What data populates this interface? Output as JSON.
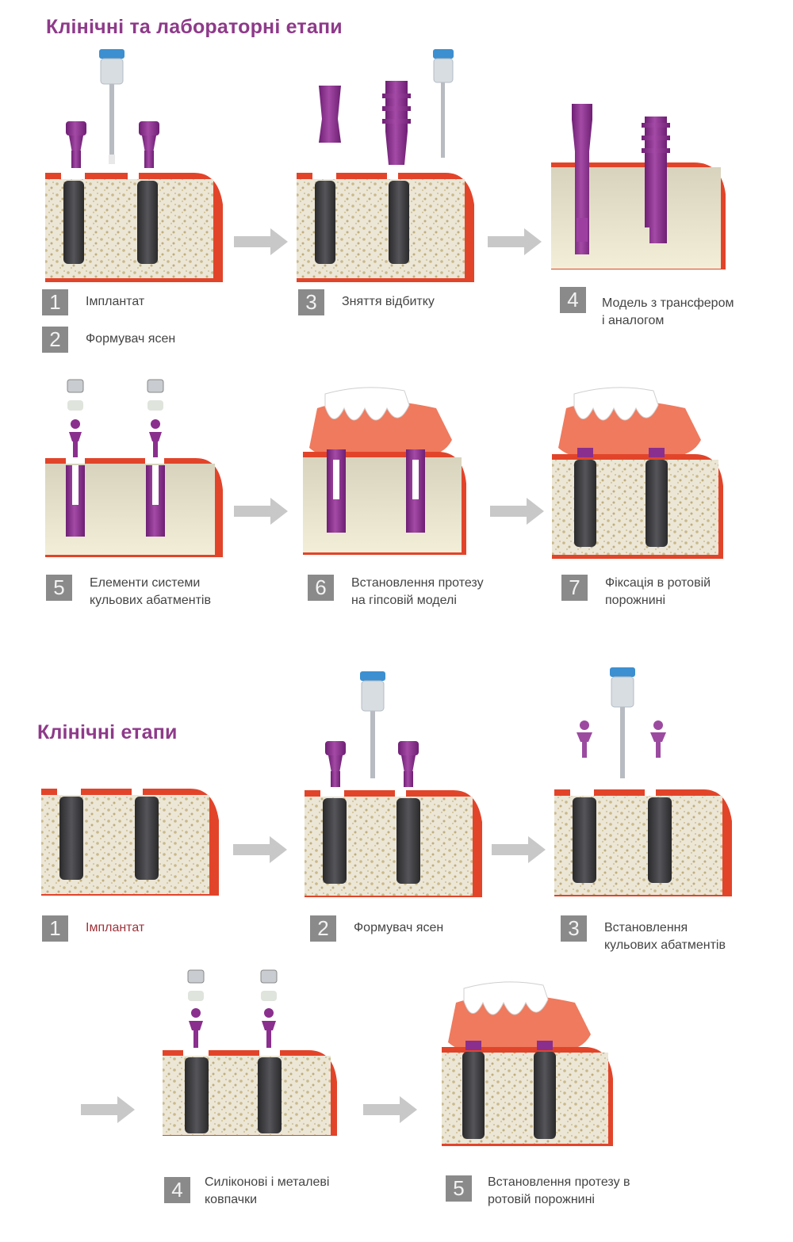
{
  "section1": {
    "title": "Клінічні та лабораторні етапи",
    "steps": [
      {
        "number": "1",
        "label": "Імплантат"
      },
      {
        "number": "2",
        "label": "Формувач ясен"
      },
      {
        "number": "3",
        "label": "Зняття відбитку"
      },
      {
        "number": "4",
        "label": "Модель з трансфером\nі аналогом"
      },
      {
        "number": "5",
        "label": "Елементи системи\nкульових абатментів"
      },
      {
        "number": "6",
        "label": "Встановлення протезу\nна гіпсовій моделі"
      },
      {
        "number": "7",
        "label": "Фіксація в ротовій\nпорожнині"
      }
    ]
  },
  "section2": {
    "title": "Клінічні етапи",
    "steps": [
      {
        "number": "1",
        "label": "Імплантат"
      },
      {
        "number": "2",
        "label": "Формувач ясен"
      },
      {
        "number": "3",
        "label": "Встановлення\nкульових абатментів"
      },
      {
        "number": "4",
        "label": "Силіконові і металеві\nковпачки"
      },
      {
        "number": "5",
        "label": "Встановлення протезу в\nротовій порожнині"
      }
    ]
  },
  "colors": {
    "title": "#8e3a8a",
    "badge": "#8a8a8a",
    "gum": "#e2442a",
    "bone": "#e8e0cc",
    "plaster": "#e9e4cc",
    "implant": "#3a3a3c",
    "component": "#8a2f8e",
    "arrow": "#c8c8c8",
    "denture": "#ef7a5e"
  }
}
